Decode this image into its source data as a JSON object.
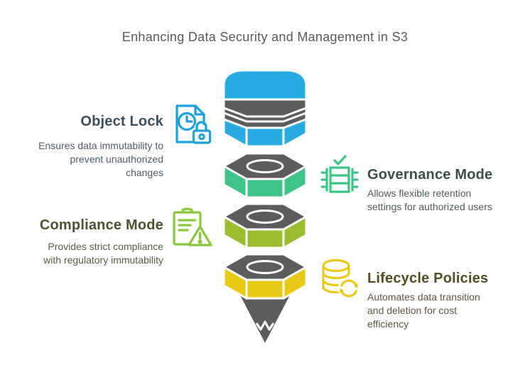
{
  "title": "Enhancing Data Security and Management in S3",
  "colors": {
    "background": "#FFFFFF",
    "title_text": "#58595B",
    "funnel_gray": "#5B5C5E",
    "funnel_blue": "#29ABE2",
    "funnel_green": "#3EC489",
    "funnel_lime": "#9BBE31",
    "funnel_yellow": "#E8C914",
    "icon_blue": "#1DA1DB",
    "icon_green": "#3EC489",
    "icon_lime": "#8CC63F",
    "icon_yellow": "#E8C914"
  },
  "funnel": {
    "segments": [
      {
        "name": "eraser-cap",
        "color": "#29ABE2"
      },
      {
        "name": "nut-governance",
        "color": "#3EC489"
      },
      {
        "name": "nut-compliance",
        "color": "#9BBE31"
      },
      {
        "name": "nut-lifecycle",
        "color": "#E8C914"
      },
      {
        "name": "pencil-tip",
        "color": "#5B5C5E"
      }
    ]
  },
  "sections": [
    {
      "id": "object-lock",
      "title": "Object Lock",
      "description": "Ensures data immutability to\nprevent unauthorized\nchanges",
      "icon": "document-clock-lock-icon",
      "title_color": "#3A4E5C",
      "accent": "#1DA1DB"
    },
    {
      "id": "governance-mode",
      "title": "Governance Mode",
      "description": "Allows flexible retention\nsettings for authorized users",
      "icon": "server-check-icon",
      "title_color": "#3C4F47",
      "accent": "#3EC489"
    },
    {
      "id": "compliance-mode",
      "title": "Compliance Mode",
      "description": "Provides strict compliance\nwith regulatory immutability",
      "icon": "clipboard-warning-icon",
      "title_color": "#4A5430",
      "accent": "#8CC63F"
    },
    {
      "id": "lifecycle-policies",
      "title": "Lifecycle Policies",
      "description": "Automates data transition\nand deletion for cost\nefficiency",
      "icon": "database-refresh-icon",
      "title_color": "#534C25",
      "accent": "#E8C914"
    }
  ]
}
